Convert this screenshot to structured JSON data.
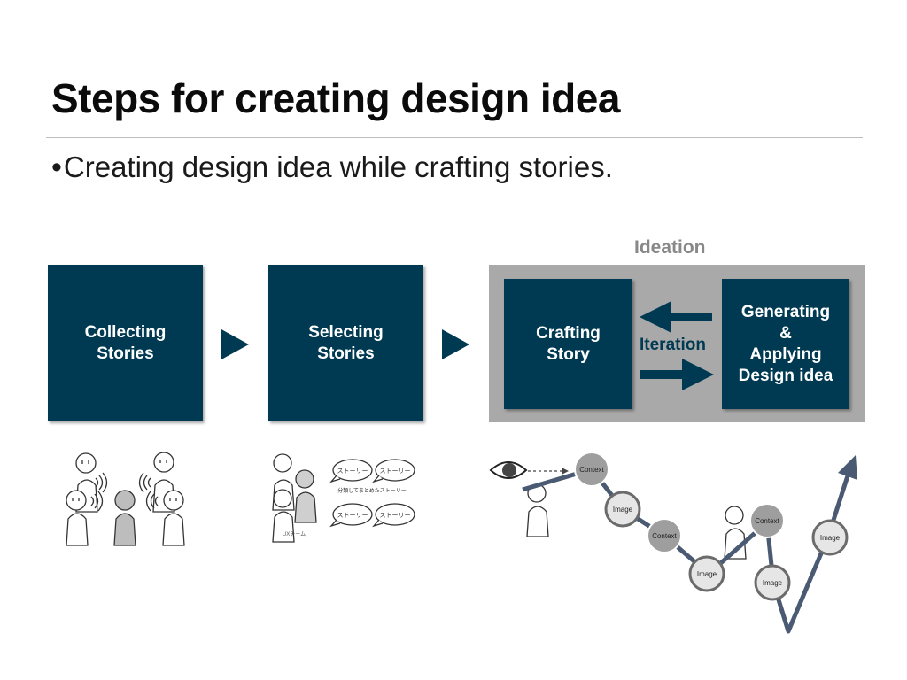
{
  "slide": {
    "title": "Steps for creating design idea",
    "bullet": "Creating design idea while crafting stories."
  },
  "diagram": {
    "ideation_label": "Ideation",
    "steps": [
      {
        "label": "Collecting\nStories"
      },
      {
        "label": "Selecting\nStories"
      },
      {
        "label": "Crafting\nStory"
      },
      {
        "label": "Generating\n&\nApplying\nDesign idea"
      }
    ],
    "iteration_label": "Iteration"
  },
  "illustration": {
    "bubble_text": "ストーリー",
    "summary_text": "分類してまとめたストーリー",
    "team_text": "UXチーム",
    "path_nodes": [
      {
        "label": "Context",
        "kind": "context"
      },
      {
        "label": "Image",
        "kind": "image"
      },
      {
        "label": "Context",
        "kind": "context"
      },
      {
        "label": "Image",
        "kind": "image"
      },
      {
        "label": "Context",
        "kind": "context"
      },
      {
        "label": "Image",
        "kind": "image"
      },
      {
        "label": "Image",
        "kind": "image"
      }
    ]
  },
  "colors": {
    "box": "#003a52",
    "ideation_panel": "#a9a9a9",
    "path": "#4a5a72",
    "context_node": "#9e9e9e",
    "image_node": "#e6e6e6"
  }
}
